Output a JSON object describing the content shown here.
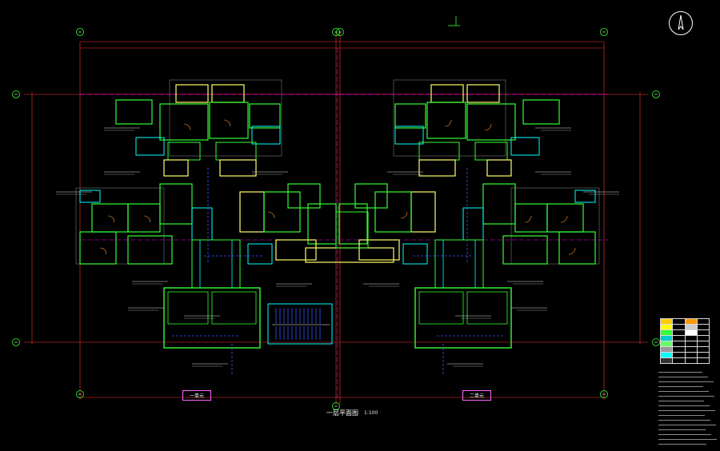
{
  "drawing": {
    "title": "一层平面图",
    "scale": "1:100",
    "unit_left": "一单元",
    "unit_right": "二单元"
  },
  "colors": {
    "background": "#000000",
    "wall_green": "#33ff33",
    "wall_yellow": "#ffff66",
    "axis_magenta": "#ff00ff",
    "cyan": "#00ffff",
    "blue": "#3355ff",
    "red": "#ff3333",
    "white": "#ffffff"
  },
  "icons": [
    "north-arrow-icon",
    "axis-bubble-icon",
    "stair-icon"
  ]
}
